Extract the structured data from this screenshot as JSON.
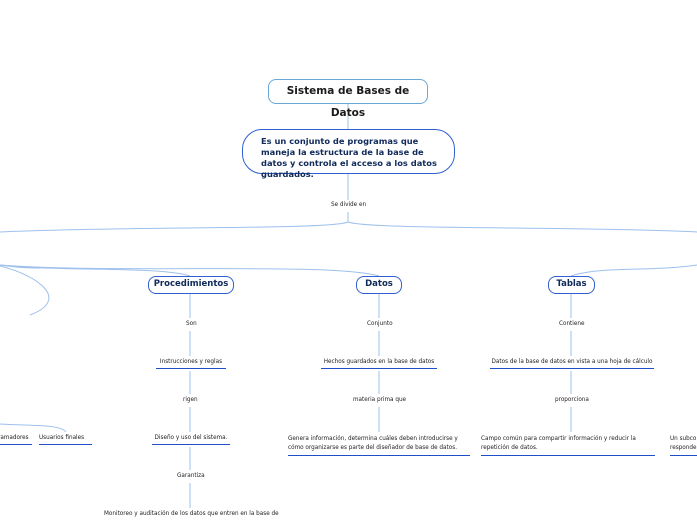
{
  "root": {
    "title": "Sistema de Bases de Datos"
  },
  "definition": {
    "text": "Es un conjunto de programas que maneja la estructura de la base de datos y controla el acceso a los datos guardados."
  },
  "divide_label": "Se divide en",
  "branches": {
    "procedimientos": {
      "title": "Procedimientos",
      "link1": "Son",
      "node1": "Instrucciones y reglas",
      "link2": "rigen",
      "node2": "Diseño y uso del sistema.",
      "link3": "Garantiza",
      "node3": "Monitoreo y auditación de los datos que entren en la base de"
    },
    "datos": {
      "title": "Datos",
      "link1": "Conjunto",
      "node1": "Hechos guardados en la base de datos",
      "link2": "materia prima que",
      "node2": "Genera información, determina cuáles deben introducirse y cómo organizarse es parte del diseñador de base de datos."
    },
    "tablas": {
      "title": "Tablas",
      "link1": "Contiene",
      "node1": "Datos de la base de datos en vista a una hoja de cálculo",
      "link2": "proporciona",
      "node2": "Campo común para compartir información y reducir la repetición de datos."
    },
    "left_partial": {
      "item1": "ramadores",
      "item2": "Usuarios finales"
    },
    "right_partial": {
      "line1": "Un subco",
      "line2": "responde"
    }
  },
  "colors": {
    "line": "#9ec0ec",
    "underline": "#1f4fc8",
    "border": "#2f5fd0",
    "root_border": "#6aa8d8"
  }
}
